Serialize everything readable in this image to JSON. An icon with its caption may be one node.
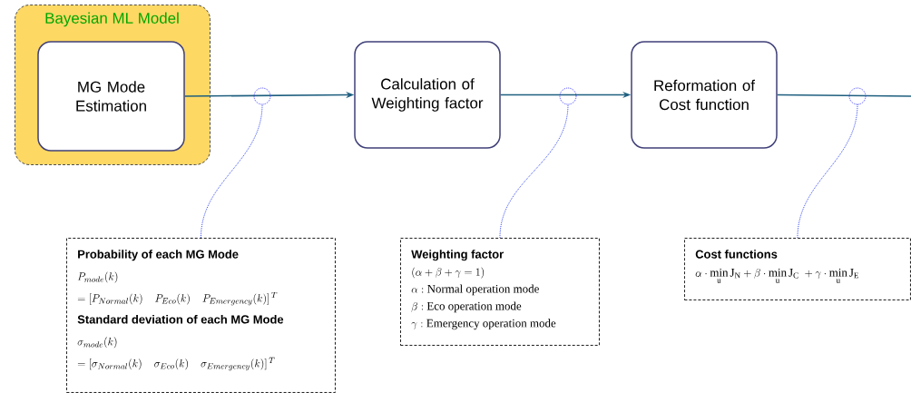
{
  "diagram": {
    "nodes": [
      {
        "text": [
          "Bayesian ML Model"
        ]
      },
      {
        "text": [
          "MG Mode Estimation"
        ],
        "in": 0
      },
      {
        "text": [
          "Calculation of Weighting factor"
        ]
      },
      {
        "text": [
          "Reformation of Cost function"
        ]
      },
      {
        "text": [
          "Probability of each MG Mode",
          "P_{mode}(k)",
          "= [P_{Normal}(k) \\quad P_{Eco}(k) \\quad P_{Emergency}(k)]^{\\,T}",
          "Standard deviation of each MG Mode",
          "\\sigma_{mode}(k)",
          "= [\\sigma_{Normal}(k) \\quad \\sigma_{Eco}(k) \\quad \\sigma_{Emergency}(k)]^{\\,T}"
        ]
      },
      {
        "text": [
          "Weighting factor",
          "(\\alpha+\\beta+\\gamma=1)",
          "\\alpha : \\textrm{Normal operation mode}",
          "\\beta : \\textrm{Eco operation mode}",
          "\\gamma : \\textrm{Emergency operation mode}"
        ]
      },
      {
        "text": [
          "Cost functions",
          "\\alpha\\cdot\\min\\limits_{\\mathrm{u}}\\mathrm{J}_{\\mathrm{N}}+\\beta\\cdot\\min\\limits_{\\mathrm{u}}\\mathrm{J}_{\\mathrm{C}}\\;+\\gamma\\cdot\\min\\limits_{\\mathrm{u}}\\mathrm{J}_{\\mathrm{E}}"
        ]
      }
    ],
    "edges": [
      {
        "from": 1,
        "to": 2,
        "arrow": "to"
      },
      {
        "from": 2,
        "to": 3,
        "arrow": "to"
      },
      {
        "from": 3,
        "to": null,
        "arrow": "none"
      },
      {
        "from": 4,
        "to": null,
        "arrow": "none",
        "style": "dashed",
        "color": "#3a4ff0"
      },
      {
        "from": 5,
        "to": null,
        "arrow": "none",
        "style": "dashed",
        "color": "#3a4ff0"
      },
      {
        "from": 6,
        "to": null,
        "arrow": "none",
        "style": "dashed",
        "color": "#3a4ff0"
      }
    ]
  }
}
